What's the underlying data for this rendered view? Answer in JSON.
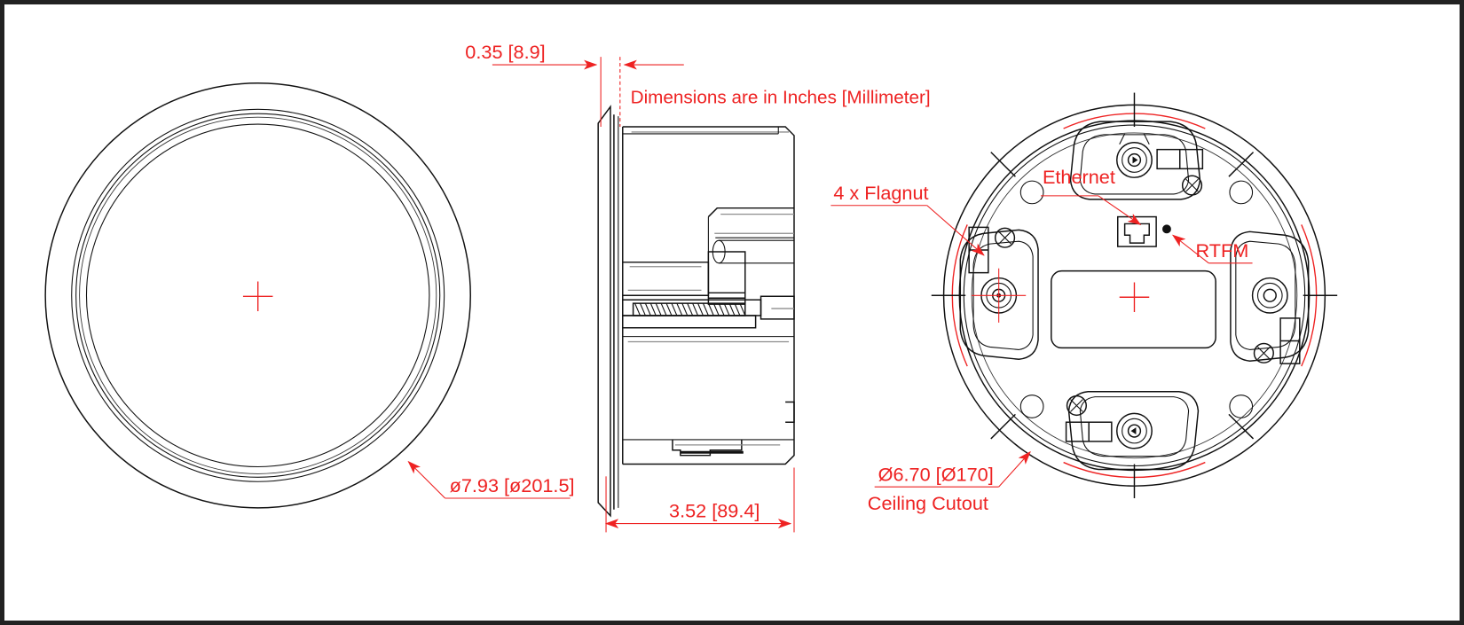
{
  "drawing": {
    "title_note": "Dimensions are in Inches [Millimeter]",
    "units_primary": "Inches",
    "units_secondary": "Millimeter",
    "background_color": "#ffffff",
    "annotation_color": "#ee2222",
    "line_color": "#111111",
    "frame_color": "#222222"
  },
  "views": {
    "front": {
      "name": "front-view",
      "diameter_callout": "ø7.93 [ø201.5]",
      "diameter_in": 7.93,
      "diameter_mm": 201.5,
      "center_mark": "crosshair"
    },
    "side": {
      "name": "side-section-view",
      "flange_thickness_callout": "0.35 [8.9]",
      "flange_thickness_in": 0.35,
      "flange_thickness_mm": 8.9,
      "depth_callout": "3.52 [89.4]",
      "depth_in": 3.52,
      "depth_mm": 89.4
    },
    "rear": {
      "name": "rear-mounting-view",
      "cutout_callout_line1": "Ø6.70 [Ø170]",
      "cutout_callout_line2": "Ceiling Cutout",
      "cutout_in": 6.7,
      "cutout_mm": 170,
      "flagnut_label": "4 x Flagnut",
      "flagnut_count": 4,
      "ethernet_label": "Ethernet",
      "rtfm_label": "RTFM",
      "center_mark": "crosshair"
    }
  },
  "callouts": [
    {
      "id": "flange-thickness",
      "text": "0.35 [8.9]"
    },
    {
      "id": "overall-depth",
      "text": "3.52 [89.4]"
    },
    {
      "id": "outer-diameter",
      "text": "ø7.93 [ø201.5]"
    },
    {
      "id": "units-note",
      "text": "Dimensions are in Inches [Millimeter]"
    },
    {
      "id": "flagnut",
      "text": "4 x Flagnut"
    },
    {
      "id": "ethernet",
      "text": "Ethernet"
    },
    {
      "id": "rtfm",
      "text": "RTFM"
    },
    {
      "id": "ceiling-cutout-dia",
      "text": "Ø6.70 [Ø170]"
    },
    {
      "id": "ceiling-cutout-name",
      "text": "Ceiling Cutout"
    }
  ]
}
